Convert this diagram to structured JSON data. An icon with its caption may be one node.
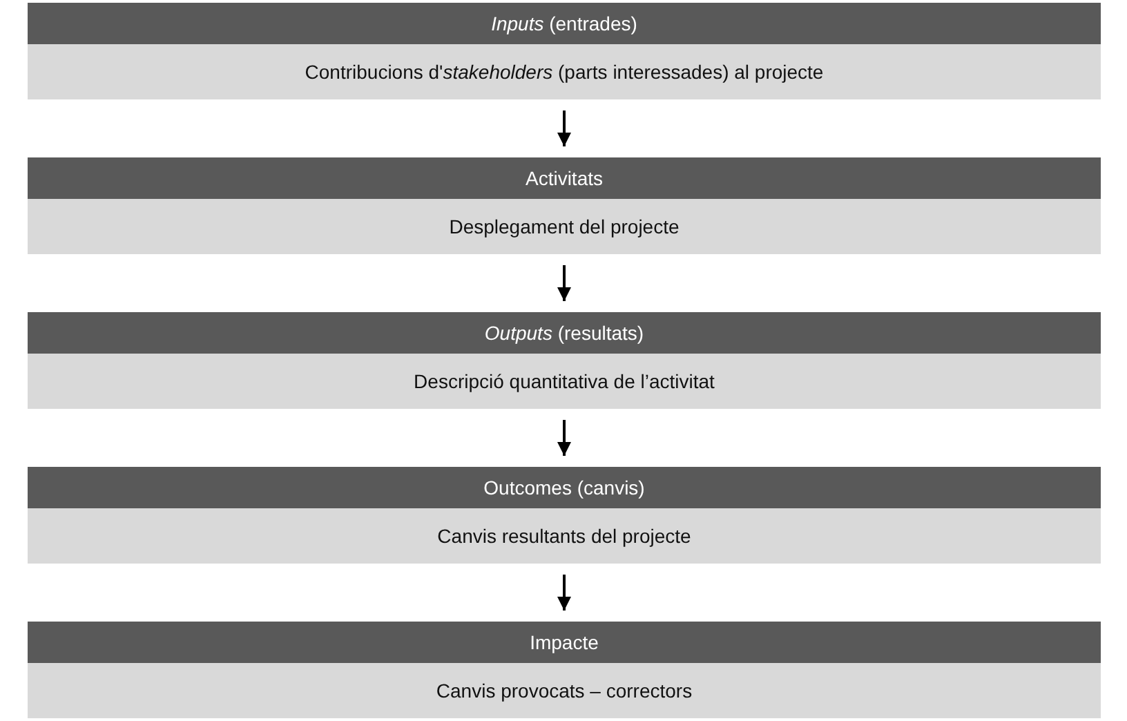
{
  "diagram": {
    "nodes": [
      {
        "text": [
          "*Inputs* (entrades)",
          "Contribucions d'*stakeholders* (parts interessades) al projecte"
        ]
      },
      {
        "text": [
          "Activitats",
          "Desplegament del projecte"
        ]
      },
      {
        "text": [
          "*Outputs* (resultats)",
          "Descripció quantitativa de l’activitat"
        ]
      },
      {
        "text": [
          "Outcomes (canvis)",
          "Canvis resultants del projecte"
        ]
      },
      {
        "text": [
          "Impacte",
          "Canvis provocats – correctors"
        ]
      }
    ],
    "edges": [
      {
        "from": 0,
        "to": 1,
        "arrow": "to"
      },
      {
        "from": 1,
        "to": 2,
        "arrow": "to"
      },
      {
        "from": 2,
        "to": 3,
        "arrow": "to"
      },
      {
        "from": 3,
        "to": 4,
        "arrow": "to"
      }
    ]
  }
}
